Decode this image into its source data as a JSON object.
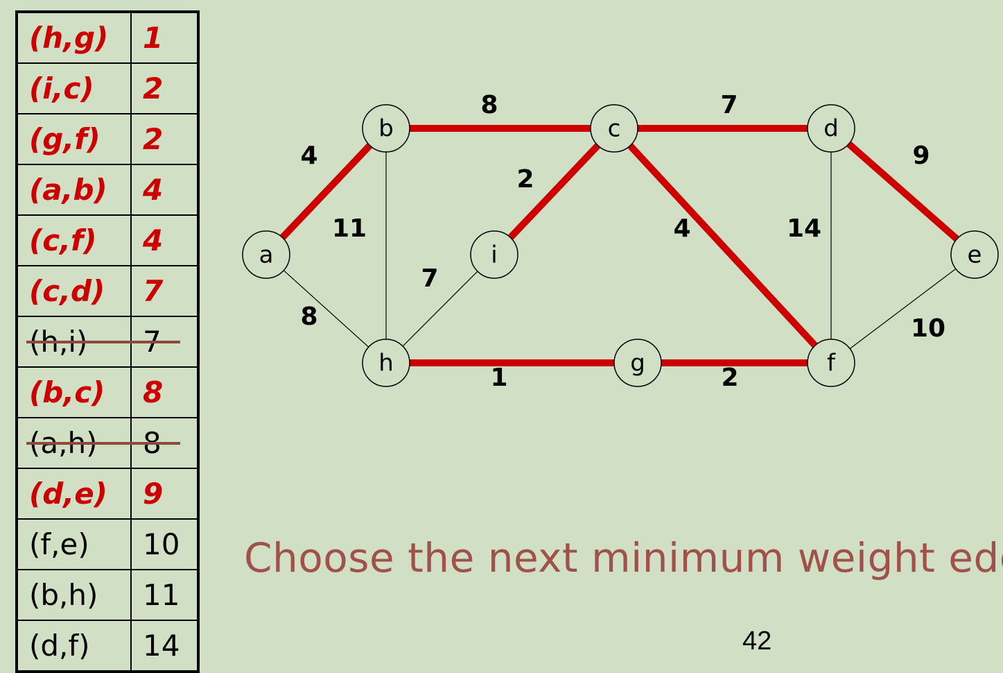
{
  "edge_table": {
    "rows": [
      {
        "edge": "(h,g)",
        "weight": "1",
        "status": "selected"
      },
      {
        "edge": "(i,c)",
        "weight": "2",
        "status": "selected"
      },
      {
        "edge": "(g,f)",
        "weight": "2",
        "status": "selected"
      },
      {
        "edge": "(a,b)",
        "weight": "4",
        "status": "selected"
      },
      {
        "edge": "(c,f)",
        "weight": "4",
        "status": "selected"
      },
      {
        "edge": "(c,d)",
        "weight": "7",
        "status": "selected"
      },
      {
        "edge": "(h,i)",
        "weight": "7",
        "status": "rejected"
      },
      {
        "edge": "(b,c)",
        "weight": "8",
        "status": "selected"
      },
      {
        "edge": "(a,h)",
        "weight": "8",
        "status": "rejected"
      },
      {
        "edge": "(d,e)",
        "weight": "9",
        "status": "selected"
      },
      {
        "edge": "(f,e)",
        "weight": "10",
        "status": "pending"
      },
      {
        "edge": "(b,h)",
        "weight": "11",
        "status": "pending"
      },
      {
        "edge": "(d,f)",
        "weight": "14",
        "status": "pending"
      }
    ]
  },
  "graph": {
    "nodes": [
      "a",
      "b",
      "c",
      "d",
      "e",
      "f",
      "g",
      "h",
      "i"
    ],
    "edges": [
      {
        "from": "a",
        "to": "b",
        "weight": "4",
        "selected": true
      },
      {
        "from": "a",
        "to": "h",
        "weight": "8",
        "selected": false
      },
      {
        "from": "b",
        "to": "c",
        "weight": "8",
        "selected": true
      },
      {
        "from": "b",
        "to": "h",
        "weight": "11",
        "selected": false
      },
      {
        "from": "c",
        "to": "d",
        "weight": "7",
        "selected": true
      },
      {
        "from": "c",
        "to": "i",
        "weight": "2",
        "selected": true
      },
      {
        "from": "c",
        "to": "f",
        "weight": "4",
        "selected": true
      },
      {
        "from": "d",
        "to": "e",
        "weight": "9",
        "selected": true
      },
      {
        "from": "d",
        "to": "f",
        "weight": "14",
        "selected": false
      },
      {
        "from": "e",
        "to": "f",
        "weight": "10",
        "selected": false
      },
      {
        "from": "h",
        "to": "i",
        "weight": "7",
        "selected": false
      },
      {
        "from": "h",
        "to": "g",
        "weight": "1",
        "selected": true
      },
      {
        "from": "g",
        "to": "f",
        "weight": "2",
        "selected": true
      }
    ]
  },
  "colors": {
    "background": "#d1dfc5",
    "selected_edge": "#cc0000",
    "rejected_strike": "#8b4a3c",
    "caption": "#a0524a"
  },
  "caption": "Choose the next minimum weight edge",
  "slide_number": "42"
}
